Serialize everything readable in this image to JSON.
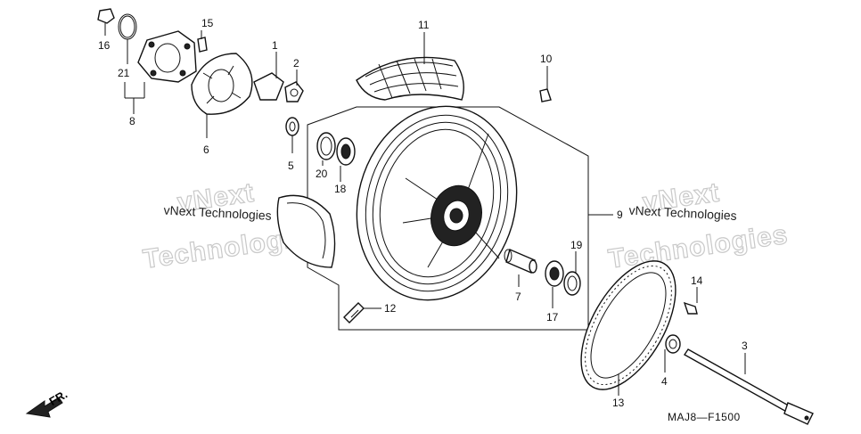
{
  "callouts": [
    {
      "id": "c1",
      "text": "1"
    },
    {
      "id": "c2",
      "text": "2"
    },
    {
      "id": "c3",
      "text": "3"
    },
    {
      "id": "c4",
      "text": "4"
    },
    {
      "id": "c5",
      "text": "5"
    },
    {
      "id": "c6",
      "text": "6"
    },
    {
      "id": "c7",
      "text": "7"
    },
    {
      "id": "c8",
      "text": "8"
    },
    {
      "id": "c9",
      "text": "9"
    },
    {
      "id": "c10",
      "text": "10"
    },
    {
      "id": "c11",
      "text": "11"
    },
    {
      "id": "c12",
      "text": "12"
    },
    {
      "id": "c13",
      "text": "13"
    },
    {
      "id": "c14",
      "text": "14"
    },
    {
      "id": "c15",
      "text": "15"
    },
    {
      "id": "c16",
      "text": "16"
    },
    {
      "id": "c17",
      "text": "17"
    },
    {
      "id": "c18",
      "text": "18"
    },
    {
      "id": "c19",
      "text": "19"
    },
    {
      "id": "c20",
      "text": "20"
    },
    {
      "id": "c21",
      "text": "21"
    }
  ],
  "watermark": {
    "small_text": "vNext Technologies",
    "big_line1": "vNext",
    "big_line2": "Technologies"
  },
  "front_indicator": "FR.",
  "diagram_code": "MAJ8—F1500"
}
